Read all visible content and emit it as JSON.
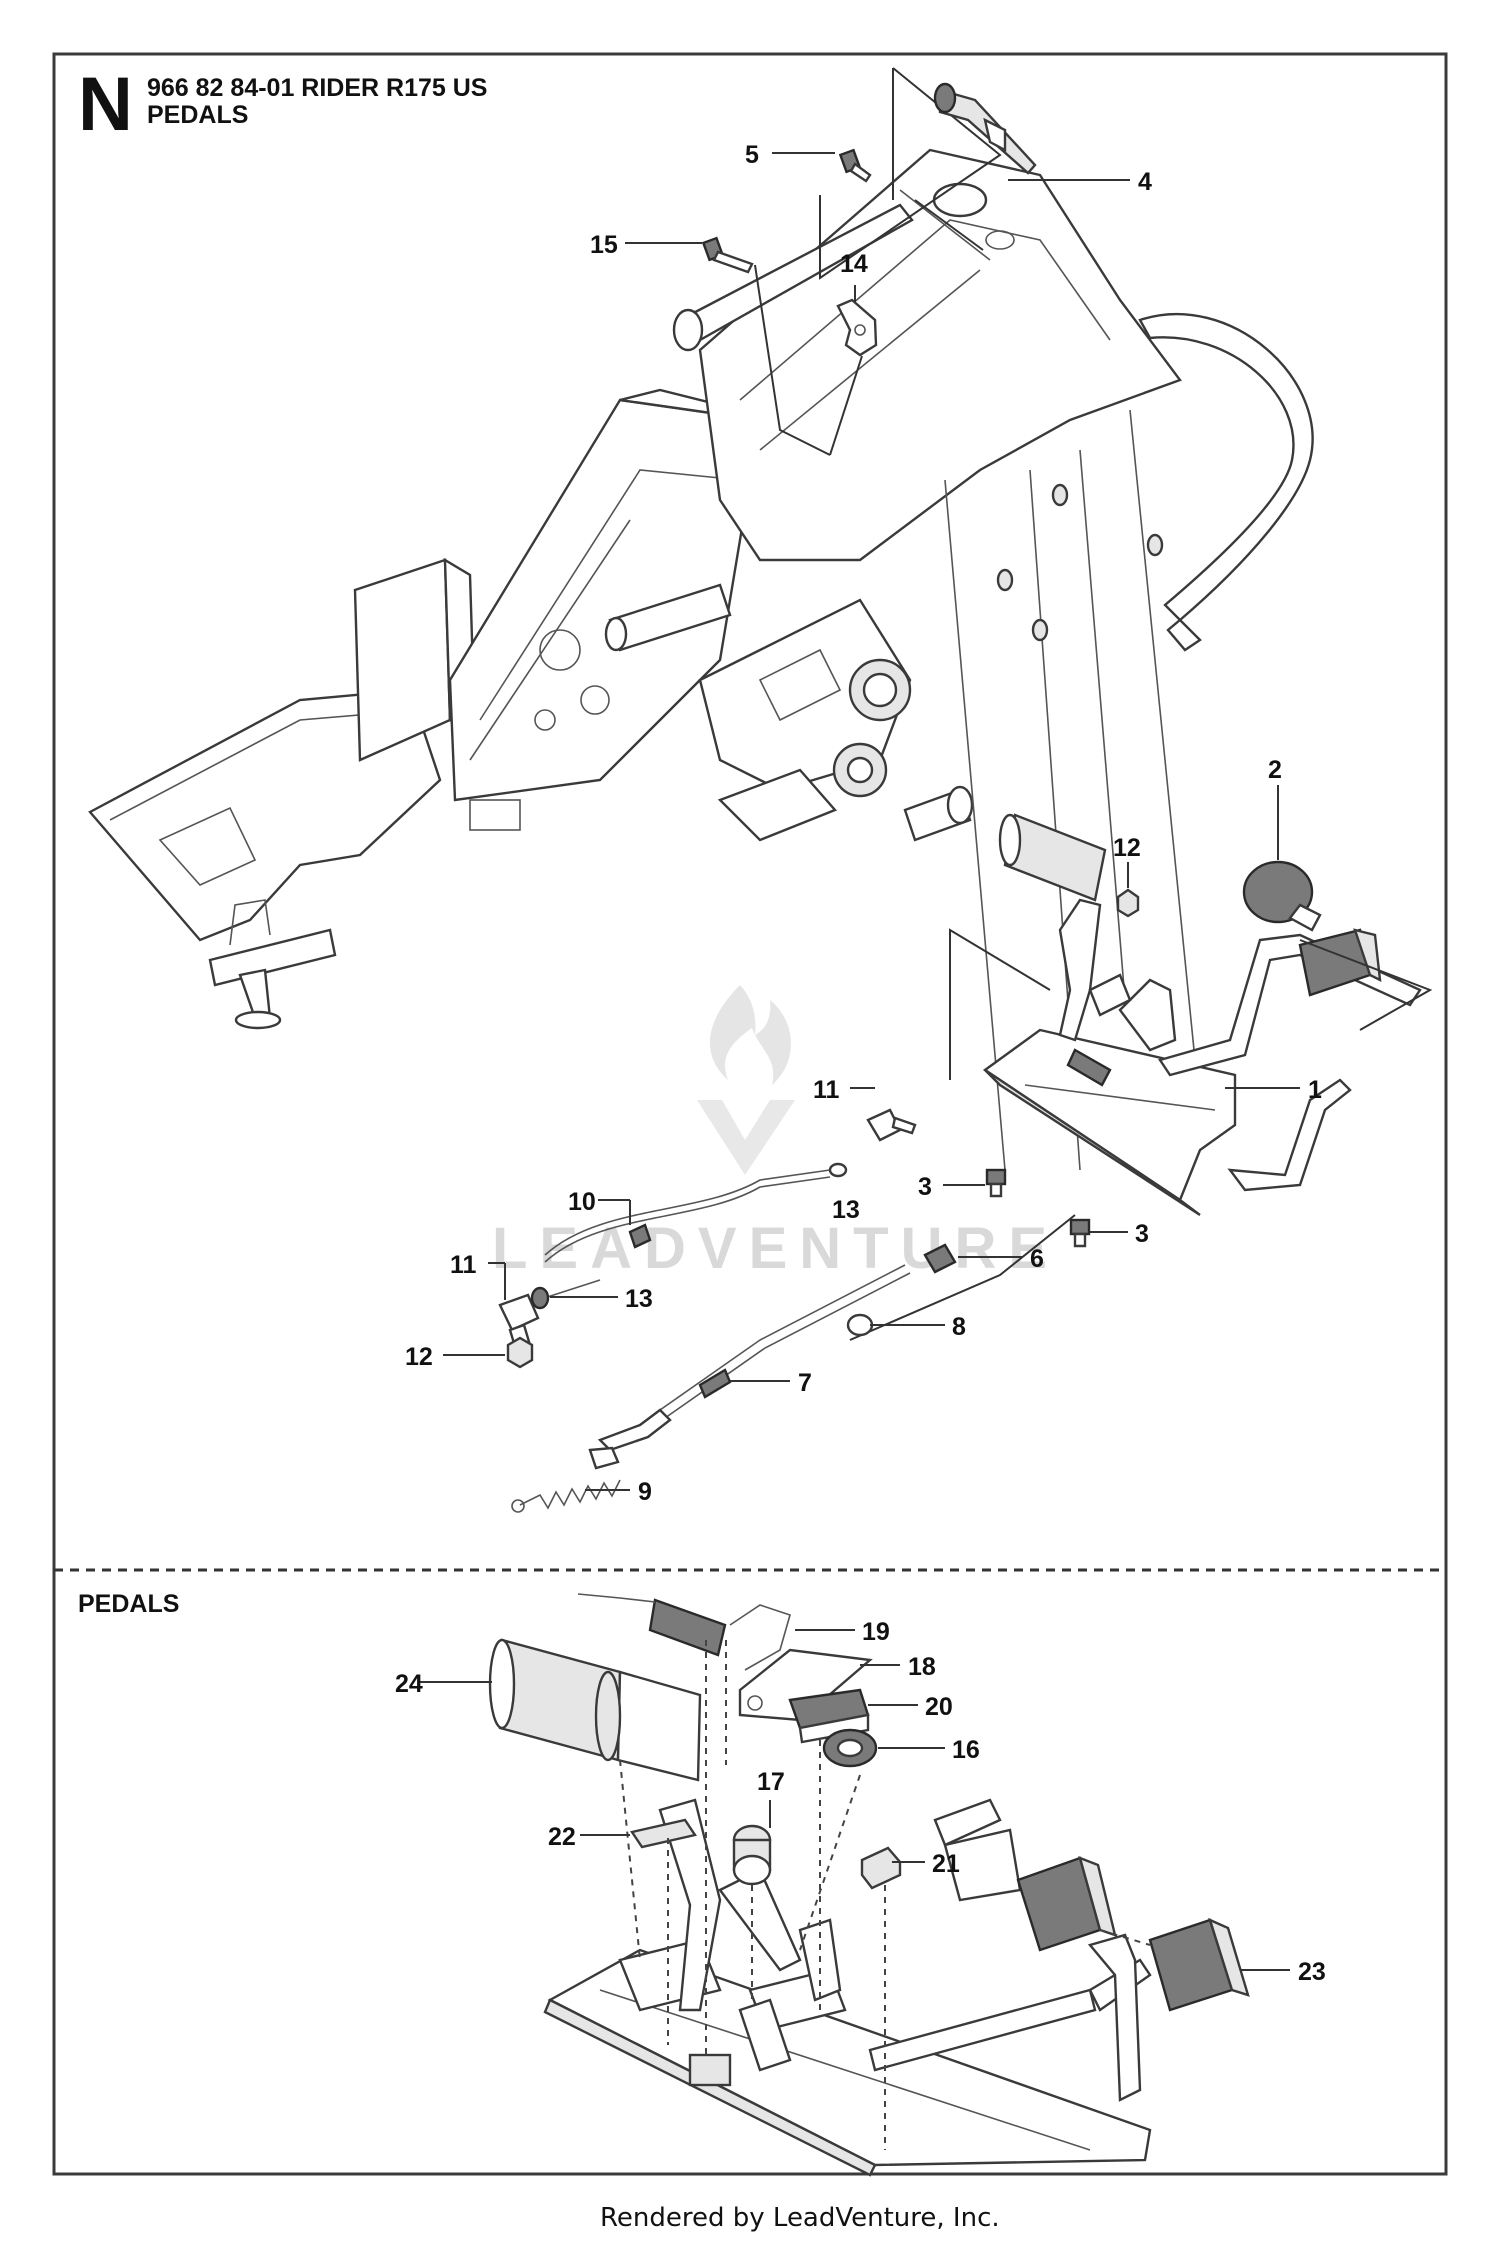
{
  "header": {
    "section_letter": "N",
    "model_line": "966 82 84-01 RIDER R175 US",
    "section_title": "PEDALS"
  },
  "detail": {
    "title": "PEDALS"
  },
  "watermark": {
    "text": "LEADVENTURE"
  },
  "footer": {
    "text": "Rendered by LeadVenture, Inc."
  },
  "callouts": {
    "c1": "1",
    "c2": "2",
    "c3a": "3",
    "c3b": "3",
    "c4": "4",
    "c5": "5",
    "c6": "6",
    "c7": "7",
    "c8": "8",
    "c9": "9",
    "c10": "10",
    "c11a": "11",
    "c11b": "11",
    "c12a": "12",
    "c12b": "12",
    "c13a": "13",
    "c13b": "13",
    "c14": "14",
    "c15": "15",
    "c16": "16",
    "c17": "17",
    "c18": "18",
    "c19": "19",
    "c20": "20",
    "c21": "21",
    "c22": "22",
    "c23": "23",
    "c24": "24"
  }
}
